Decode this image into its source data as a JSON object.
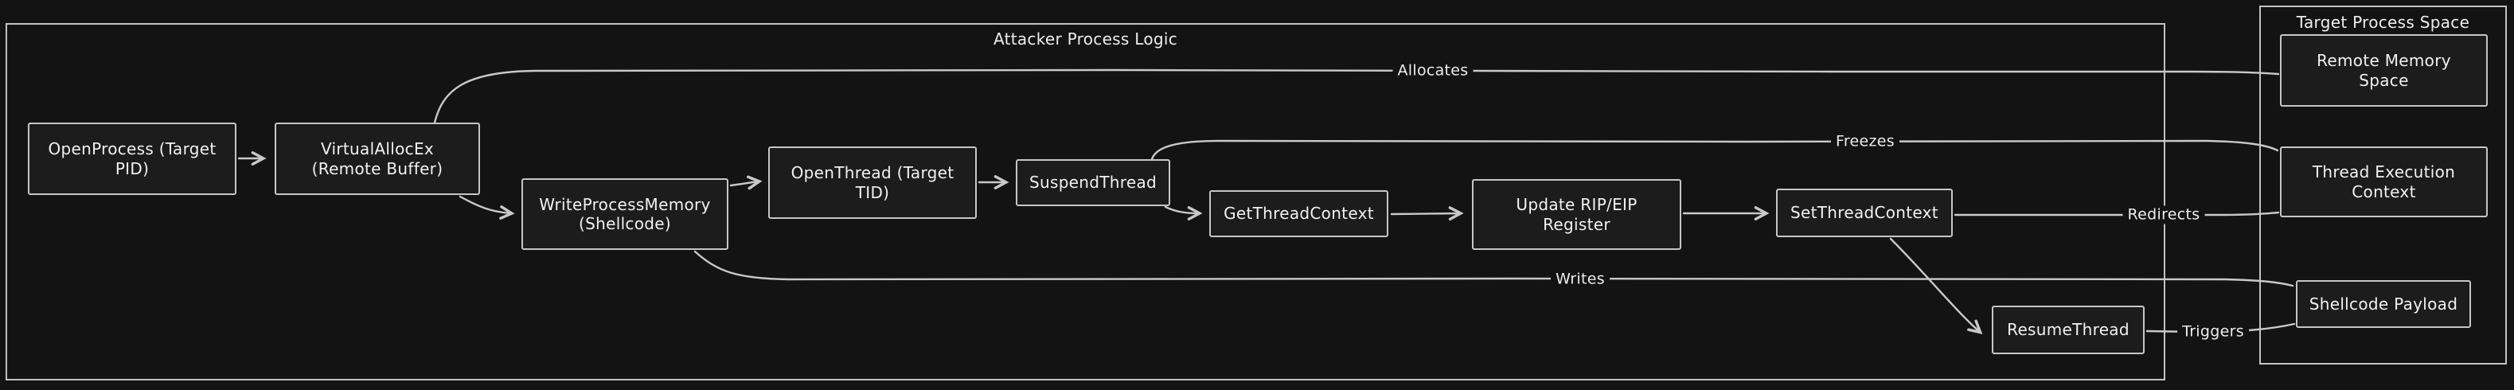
{
  "diagram_type": "flowchart",
  "colors": {
    "background": "#131313",
    "node_fill": "#1c1c1c",
    "stroke": "#c6c6c6",
    "text": "#f1f1f1"
  },
  "containers": {
    "attacker": {
      "title": "Attacker Process Logic"
    },
    "target": {
      "title": "Target Process Space"
    }
  },
  "nodes": {
    "open_process": {
      "label": "OpenProcess (Target PID)"
    },
    "virtual_alloc": {
      "label": "VirtualAllocEx (Remote Buffer)"
    },
    "write_process_memory": {
      "label": "WriteProcessMemory (Shellcode)"
    },
    "open_thread": {
      "label": "OpenThread (Target TID)"
    },
    "suspend_thread": {
      "label": "SuspendThread"
    },
    "get_thread_context": {
      "label": "GetThreadContext"
    },
    "update_rip": {
      "label": "Update RIP/EIP Register"
    },
    "set_thread_context": {
      "label": "SetThreadContext"
    },
    "resume_thread": {
      "label": "ResumeThread"
    },
    "remote_memory": {
      "label": "Remote Memory Space"
    },
    "thread_context": {
      "label": "Thread Execution Context"
    },
    "shellcode_payload": {
      "label": "Shellcode Payload"
    }
  },
  "edges": [
    {
      "from": "open_process",
      "to": "virtual_alloc",
      "label": ""
    },
    {
      "from": "virtual_alloc",
      "to": "write_process_memory",
      "label": ""
    },
    {
      "from": "virtual_alloc",
      "to": "remote_memory",
      "label": "Allocates"
    },
    {
      "from": "write_process_memory",
      "to": "open_thread",
      "label": ""
    },
    {
      "from": "write_process_memory",
      "to": "shellcode_payload",
      "label": "Writes"
    },
    {
      "from": "open_thread",
      "to": "suspend_thread",
      "label": ""
    },
    {
      "from": "suspend_thread",
      "to": "thread_context",
      "label": "Freezes"
    },
    {
      "from": "suspend_thread",
      "to": "get_thread_context",
      "label": ""
    },
    {
      "from": "get_thread_context",
      "to": "update_rip",
      "label": ""
    },
    {
      "from": "update_rip",
      "to": "set_thread_context",
      "label": ""
    },
    {
      "from": "set_thread_context",
      "to": "thread_context",
      "label": "Redirects"
    },
    {
      "from": "set_thread_context",
      "to": "resume_thread",
      "label": ""
    },
    {
      "from": "resume_thread",
      "to": "shellcode_payload",
      "label": "Triggers"
    }
  ]
}
